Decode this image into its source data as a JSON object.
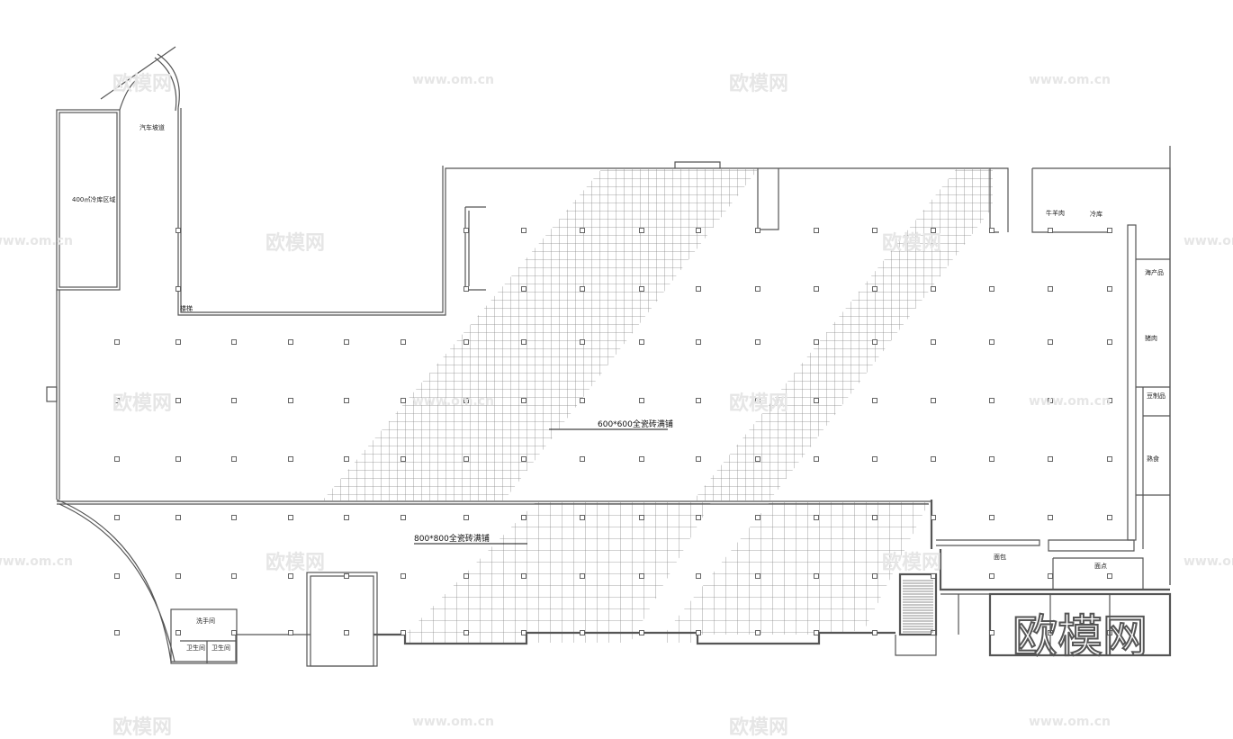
{
  "drawing": {
    "room_labels": {
      "ramp": "汽车坡道",
      "cold_storage": "400㎡冷库区域",
      "stair_small": "楼梯",
      "beef_mutton": "牛羊肉",
      "cold_room": "冷库",
      "seafood": "海产品",
      "pork": "猪肉",
      "bean_products": "豆制品",
      "deli": "熟食",
      "bakery": "面包",
      "pastry": "面点",
      "washroom": "洗手间",
      "toilet_1": "卫生间",
      "toilet_2": "卫生间"
    },
    "floor_notes": {
      "upper": "600*600全瓷砖满铺",
      "lower": "800*800全瓷砖满铺"
    },
    "colors": {
      "line": "#555555",
      "hatch": "#8a8a8a",
      "watermark": "#e6e6e6"
    }
  },
  "watermark": {
    "brand": "欧模网",
    "url": "www.om.cn"
  }
}
